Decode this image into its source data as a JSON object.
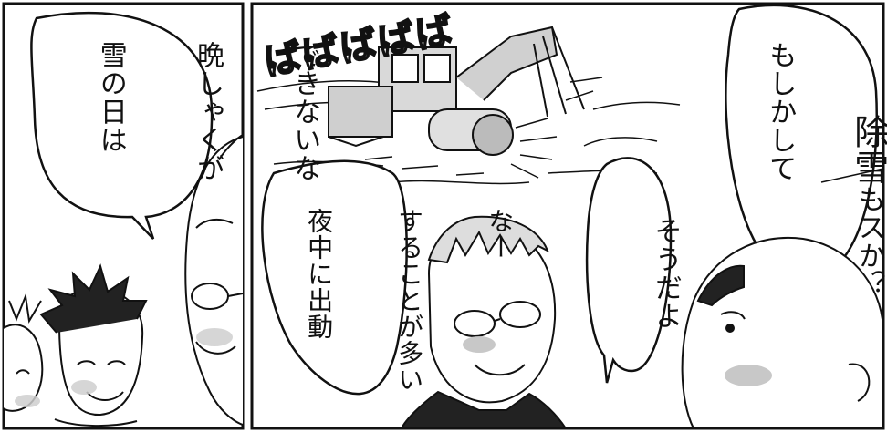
{
  "panels": [
    {
      "id": "left",
      "bubble_lines": [
        "雪の日は",
        "晩しゃくが",
        "できないな"
      ]
    },
    {
      "id": "right",
      "sound_effect": "ばばばばば",
      "top_right_bubble": {
        "line1": "もしかして",
        "line2_big": "除雪",
        "line2_small": "もスか？"
      },
      "middle_bubble_line": "そうだよ",
      "left_bubble_lines": [
        "夜中に出動",
        "することが多い",
        "なー"
      ]
    }
  ],
  "colors": {
    "ink": "#111111",
    "paper": "#ffffff",
    "blush": "#bdbdbd",
    "machine": "#d6d6d6"
  }
}
